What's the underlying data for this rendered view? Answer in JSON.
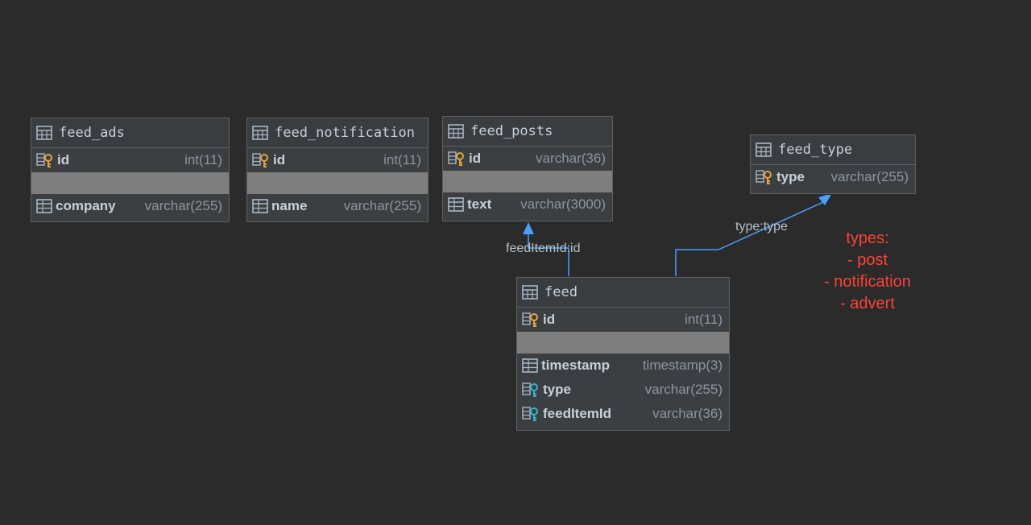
{
  "tables": {
    "feed_ads": {
      "name": "feed_ads",
      "pk": {
        "name": "id",
        "type": "int(11)"
      },
      "columns": [
        {
          "name": "company",
          "type": "varchar(255)"
        }
      ]
    },
    "feed_notification": {
      "name": "feed_notification",
      "pk": {
        "name": "id",
        "type": "int(11)"
      },
      "columns": [
        {
          "name": "name",
          "type": "varchar(255)"
        }
      ]
    },
    "feed_posts": {
      "name": "feed_posts",
      "pk": {
        "name": "id",
        "type": "varchar(36)"
      },
      "columns": [
        {
          "name": "text",
          "type": "varchar(3000)"
        }
      ]
    },
    "feed_type": {
      "name": "feed_type",
      "pk": {
        "name": "type",
        "type": "varchar(255)"
      }
    },
    "feed": {
      "name": "feed",
      "pk": {
        "name": "id",
        "type": "int(11)"
      },
      "columns": [
        {
          "name": "timestamp",
          "type": "timestamp(3)"
        },
        {
          "name": "type",
          "type": "varchar(255)"
        },
        {
          "name": "feedItemId",
          "type": "varchar(36)"
        }
      ]
    }
  },
  "relations": [
    {
      "label": "feedItemId:id"
    },
    {
      "label": "type:type"
    }
  ],
  "note": {
    "lines": [
      "types:",
      "- post",
      "- notification",
      "- advert"
    ]
  },
  "colors": {
    "background": "#2b2b2b",
    "card": "#3c3f41",
    "separator": "#7e7e7e",
    "connector": "#4a9eff",
    "note": "#ff4036",
    "pk_key": "#e8a33a",
    "fk_key": "#2fb5d6"
  }
}
